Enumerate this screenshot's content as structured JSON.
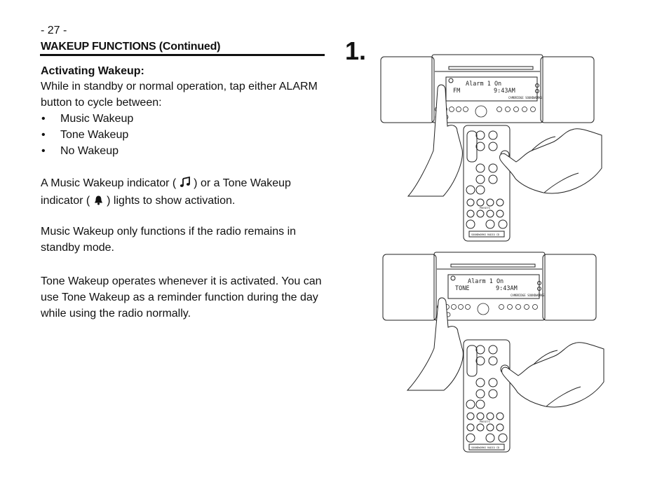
{
  "page": {
    "number": "- 27 -",
    "section_title": "WAKEUP FUNCTIONS (Continued)",
    "subhead": "Activating Wakeup:",
    "intro_line1": "While in standby or normal operation, tap either ALARM",
    "intro_line2": "button to cycle between:",
    "options": [
      "Music Wakeup",
      "Tone Wakeup",
      "No Wakeup"
    ],
    "indicator_p1": "A Music Wakeup indicator (",
    "indicator_p2": ") or a Tone Wakeup",
    "indicator_p3": "indicator (",
    "indicator_p4": ") lights to show activation.",
    "music_line1": "Music Wakeup only functions if the radio remains in",
    "music_line2": "standby mode.",
    "tone_line1": "Tone Wakeup operates whenever it is activated. You can",
    "tone_line2": "use Tone Wakeup as a reminder function during the day",
    "tone_line3": "while using the radio normally."
  },
  "figure": {
    "step_number": "1.",
    "panels": [
      {
        "display_line1": "Alarm 1 On",
        "display_mode": "FM",
        "display_time": "9:43AM",
        "brand": "CAMBRIDGE SOUNDWORKS",
        "remote_label": "SOUNDWORKS RADIO CD",
        "presets_label": "PRESETS"
      },
      {
        "display_line1": "Alarm 1 On",
        "display_mode": "TONE",
        "display_time": "9:43AM",
        "brand": "CAMBRIDGE SOUNDWORKS",
        "remote_label": "SOUNDWORKS RADIO CD",
        "presets_label": "PRESETS"
      }
    ]
  },
  "icons": {
    "music": "music-note-icon",
    "tone": "bell-icon"
  }
}
